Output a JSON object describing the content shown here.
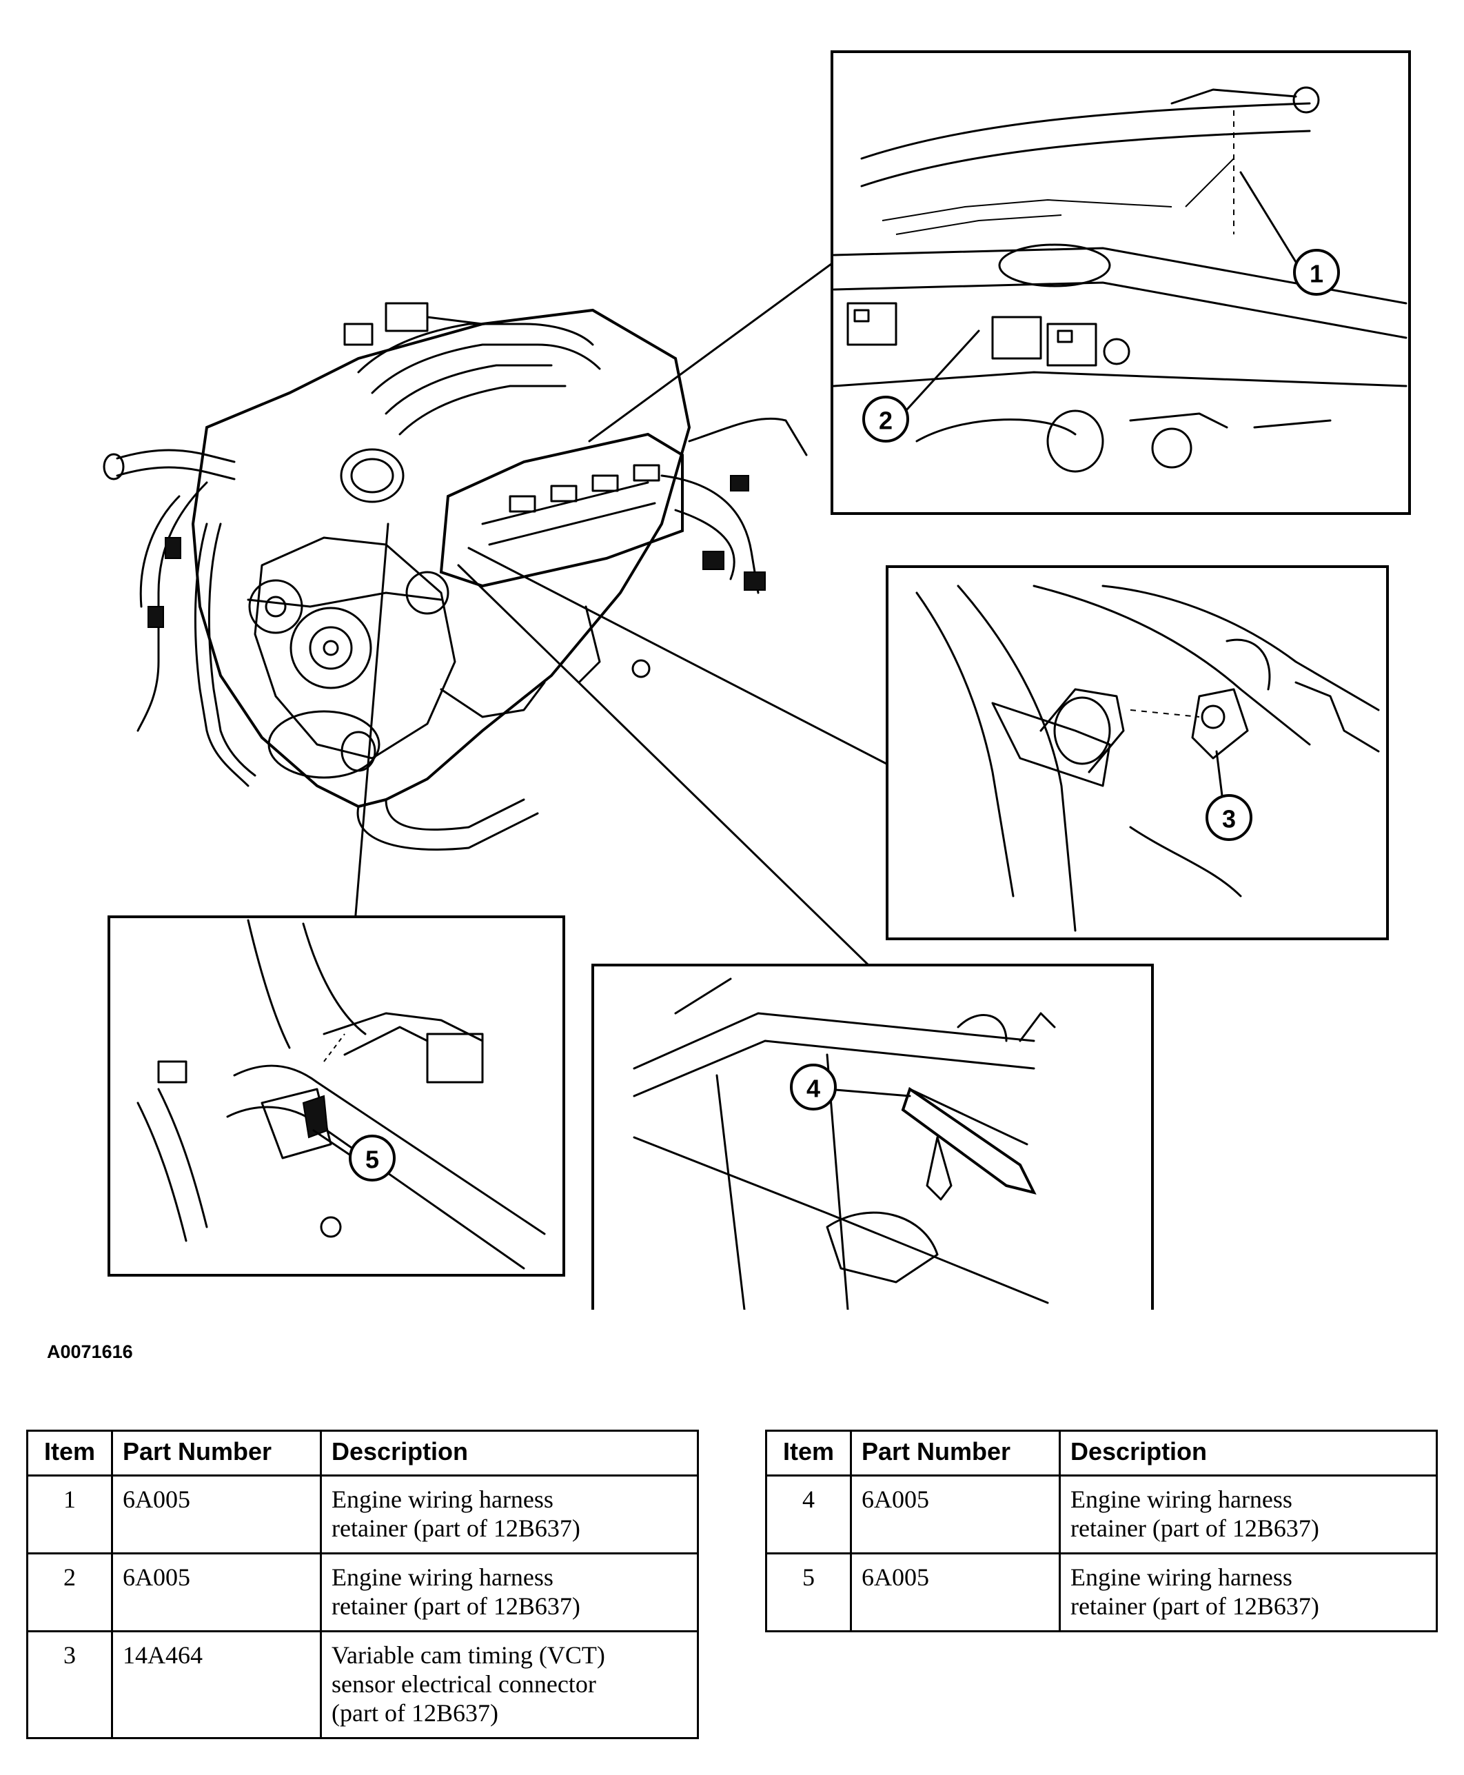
{
  "figure_id": "A0071616",
  "callouts": [
    "1",
    "2",
    "3",
    "4",
    "5"
  ],
  "table_headers": {
    "item": "Item",
    "part_number": "Part Number",
    "description": "Description"
  },
  "table_left": [
    {
      "item": "1",
      "part": "6A005",
      "desc_line1": "Engine wiring harness",
      "desc_line2": "retainer (part of 12B637)",
      "desc_line3": ""
    },
    {
      "item": "2",
      "part": "6A005",
      "desc_line1": "Engine wiring harness",
      "desc_line2": "retainer (part of 12B637)",
      "desc_line3": ""
    },
    {
      "item": "3",
      "part": "14A464",
      "desc_line1": "Variable cam timing (VCT)",
      "desc_line2": "sensor electrical connector",
      "desc_line3": "(part of 12B637)"
    }
  ],
  "table_right": [
    {
      "item": "4",
      "part": "6A005",
      "desc_line1": "Engine wiring harness",
      "desc_line2": "retainer (part of 12B637)",
      "desc_line3": ""
    },
    {
      "item": "5",
      "part": "6A005",
      "desc_line1": "Engine wiring harness",
      "desc_line2": "retainer (part of 12B637)",
      "desc_line3": ""
    }
  ]
}
